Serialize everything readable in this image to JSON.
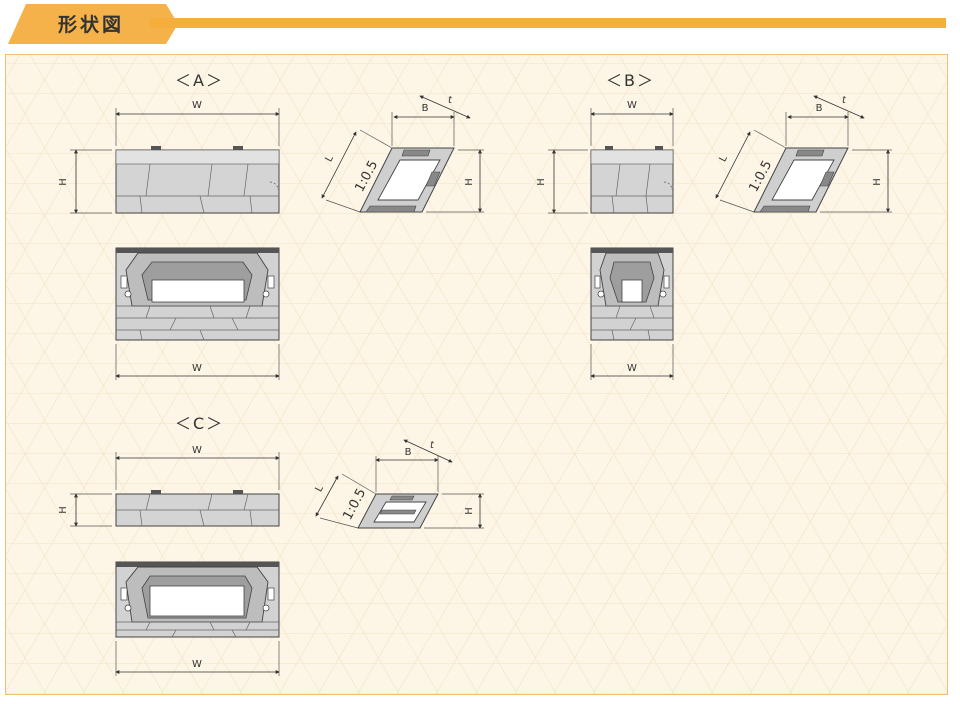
{
  "header": {
    "title": "形状図",
    "accent_color": "#f5ad3b",
    "tab_color": "#f6b24a"
  },
  "figures": [
    {
      "label": "＜A＞",
      "dims": {
        "w_top": "W",
        "h": "H",
        "w_bottom": "W",
        "b": "B",
        "t": "t",
        "l": "L",
        "slope": "1:0.5",
        "h_side": "H"
      }
    },
    {
      "label": "＜B＞",
      "dims": {
        "w_top": "W",
        "h": "H",
        "w_bottom": "W",
        "b": "B",
        "t": "t",
        "l": "L",
        "slope": "1:0.5",
        "h_side": "H"
      }
    },
    {
      "label": "＜C＞",
      "dims": {
        "w_top": "W",
        "h": "H",
        "w_bottom": "W",
        "b": "B",
        "t": "t",
        "l": "L",
        "slope": "1:0.5",
        "h_side": "H"
      }
    }
  ]
}
